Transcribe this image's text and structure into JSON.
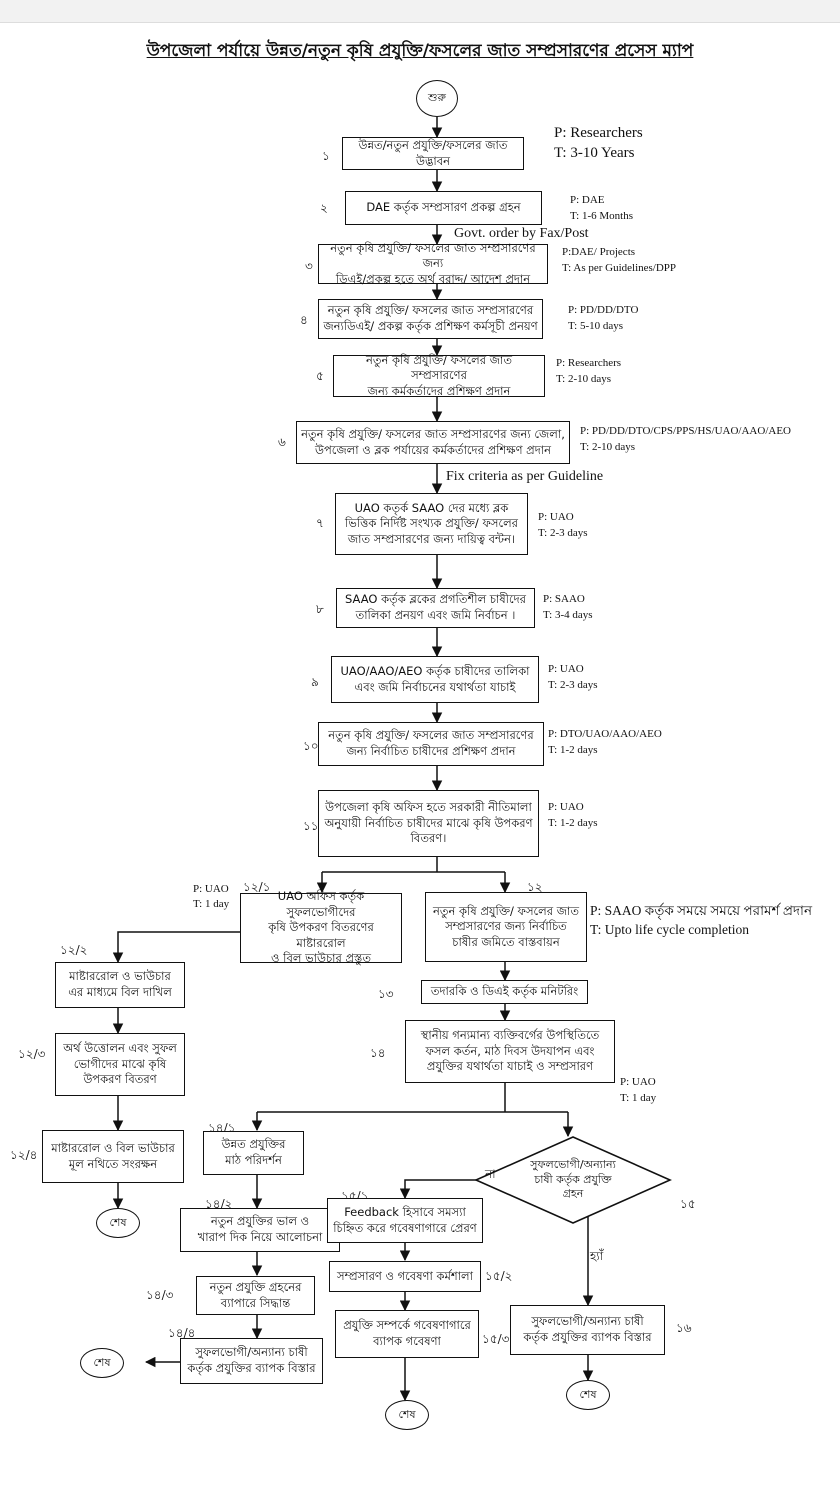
{
  "title": "উপজেলা পর্যায়ে উন্নত/নতুন কৃষি প্রযুক্তি/ফসলের জাত সম্প্রসারণের প্রসেস ম্যাপ",
  "start": "শুরু",
  "end": "শেষ",
  "steps": [
    {
      "num": "১",
      "lines": [
        "উন্নত/নতুন প্রযুক্তি/ফসলের জাত উদ্ভাবন"
      ],
      "p": "P: Researchers",
      "t": "T: 3-10 Years"
    },
    {
      "num": "২",
      "lines": [
        "DAE কর্তৃক সম্প্রসারণ প্রকল্প গ্রহন"
      ],
      "p": "P: DAE",
      "t": "T: 1-6 Months"
    },
    {
      "num": "৩",
      "lines": [
        "নতুন কৃষি প্রযুক্তি/ ফসলের জাত সম্প্রসারণের জন্য",
        "ডিএই/প্রকল্প হতে অর্থ বরাদ্দ/ আদেশ প্রদান"
      ],
      "p": "P:DAE/ Projects",
      "t": "T: As per Guidelines/DPP"
    },
    {
      "num": "৪",
      "lines": [
        "নতুন কৃষি প্রযুক্তি/ ফসলের জাত সম্প্রসারণের",
        "জন্যডিএই/ প্রকল্প কর্তৃক প্রশিক্ষণ কর্মসূচী প্রনয়ণ"
      ],
      "p": "P: PD/DD/DTO",
      "t": "T: 5-10 days"
    },
    {
      "num": "৫",
      "lines": [
        "নতুন কৃষি প্রযুক্তি/ ফসলের জাত সম্প্রসারণের",
        "জন্য কর্মকর্তাদের প্রশিক্ষণ প্রদান"
      ],
      "p": "P: Researchers",
      "t": "T: 2-10 days"
    },
    {
      "num": "৬",
      "lines": [
        "নতুন কৃষি প্রযুক্তি/ ফসলের জাত সম্প্রসারণের জন্য জেলা,",
        "উপজেলা ও ব্লক পর্যায়ের কর্মকর্তাদের প্রশিক্ষণ প্রদান"
      ],
      "p": "P: PD/DD/DTO/CPS/PPS/HS/UAO/AAO/AEO",
      "t": "T: 2-10 days"
    },
    {
      "num": "৭",
      "lines": [
        "UAO কতৃর্ক SAAO দের মধ্যে ব্লক",
        "ভিত্তিক নির্দিষ্ট সংখ্যক প্রযুক্তি/ ফসলের",
        "জাত সম্প্রসারণের জন্য দায়িত্ব বন্টন।"
      ],
      "p": "P: UAO",
      "t": "T: 2-3 days"
    },
    {
      "num": "৮",
      "lines": [
        "SAAO কর্তৃক ব্লকের প্রগতিশীল চাষীদের",
        "তালিকা প্রনয়ণ এবং জমি নির্বাচন ।"
      ],
      "p": "P: SAAO",
      "t": "T: 3-4 days"
    },
    {
      "num": "৯",
      "lines": [
        "UAO/AAO/AEO কর্তৃক চাষীদের তালিকা",
        "এবং জমি নির্বাচনের যথার্থতা যাচাই"
      ],
      "p": "P: UAO",
      "t": "T: 2-3 days"
    },
    {
      "num": "১০",
      "lines": [
        "নতুন কৃষি প্রযুক্তি/ ফসলের জাত সম্প্রসারণের",
        "জন্য নির্বাচিত চাষীদের প্রশিক্ষণ প্রদান"
      ],
      "p": "P: DTO/UAO/AAO/AEO",
      "t": "T: 1-2 days"
    },
    {
      "num": "১১",
      "lines": [
        "উপজেলা কৃষি অফিস হতে সরকারী নীতিমালা",
        "অনুযায়ী নির্বাচিত চাষীদের মাঝে কৃষি উপকরণ",
        "বিতরণ।"
      ],
      "p": "P: UAO",
      "t": "T: 1-2 days"
    }
  ],
  "notes": {
    "govt_order": "Govt. order by Fax/Post",
    "fix_criteria": "Fix criteria as per Guideline"
  },
  "left_branch": {
    "s12_1": {
      "num": "১২/১",
      "lines": [
        "UAO অফিস কর্তৃক সুফলভোগীদের",
        "কৃষি উপকরণ বিতরণের মাষ্টাররোল",
        "ও বিল ভাউচার প্রস্তুত"
      ],
      "p": "P: UAO",
      "t": "T: 1 day"
    },
    "s12_2": {
      "num": "১২/২",
      "lines": [
        "মাষ্টাররোল ও ভাউচার",
        "এর মাধ্যমে বিল দাখিল"
      ]
    },
    "s12_3": {
      "num": "১২/৩",
      "lines": [
        "অর্থ উত্তোলন এবং সুফল",
        "ভোগীদের মাঝে কৃষি",
        "উপকরণ বিতরণ"
      ]
    },
    "s12_4": {
      "num": "১২/৪",
      "lines": [
        "মাষ্টাররোল ও বিল ভাউচার",
        "মূল নথিতে সংরক্ষন"
      ]
    }
  },
  "s12": {
    "num": "১২",
    "lines": [
      "নতুন কৃষি প্রযুক্তি/ ফসলের জাত",
      "সম্প্রসারণের জন্য নির্বাচিত",
      "চাষীর জমিতে বাস্তবায়ন"
    ],
    "p": "P: SAAO কর্তৃক সময়ে সময়ে পরামর্শ প্রদান",
    "t": "T: Upto life cycle completion"
  },
  "s13": {
    "num": "১৩",
    "lines": [
      "তদারকি ও ডিএই কর্তৃক মনিটরিং"
    ]
  },
  "s14": {
    "num": "১৪",
    "lines": [
      "স্থানীয় গন্যমান্য ব্যক্তিবর্গের উপস্থিতিতে",
      "ফসল কর্তন, মাঠ দিবস উদযাপন এবং",
      "প্রযুক্তির যথার্থতা যাচাই ও সম্প্রসারণ"
    ],
    "p": "P: UAO",
    "t": "T: 1 day"
  },
  "s14_1": {
    "num": "১৪/১",
    "lines": [
      "উন্নত প্রযুক্তির",
      "মাঠ পরিদর্শন"
    ]
  },
  "s14_2": {
    "num": "১৪/২",
    "lines": [
      "নতুন প্রযুক্তির ভাল ও",
      "খারাপ দিক নিয়ে আলোচনা"
    ]
  },
  "s14_3": {
    "num": "১৪/৩",
    "lines": [
      "নতুন প্রযুক্তি গ্রহনের",
      "ব্যাপারে সিদ্ধান্ত"
    ]
  },
  "s14_4": {
    "num": "১৪/৪",
    "lines": [
      "সুফলভোগী/অন্যান্য চাষী",
      "কর্তৃক প্রযুক্তির ব্যাপক বিস্তার"
    ]
  },
  "s15": {
    "num": "১৫",
    "lines": [
      "সুফলভোগী/অন্যান্য",
      "চাষী কর্তৃক প্রযুক্তি",
      "গ্রহন"
    ],
    "no": "না",
    "yes": "হ্যাঁ"
  },
  "s15_1": {
    "num": "১৫/১",
    "lines": [
      "Feedback হিসাবে সমস্যা",
      "চিহ্নিত করে গবেষণাগারে প্রেরণ"
    ]
  },
  "s15_2": {
    "num": "১৫/২",
    "lines": [
      "সম্প্রসারণ ও গবেষণা কর্মশালা"
    ]
  },
  "s15_3": {
    "num": "১৫/৩",
    "lines": [
      "প্রযুক্তি সম্পর্কে গবেষণাগারে",
      "ব্যাপক গবেষণা"
    ]
  },
  "s16": {
    "num": "১৬",
    "lines": [
      "সুফলভোগী/অন্যান্য চাষী",
      "কর্তৃক প্রযুক্তির ব্যাপক বিস্তার"
    ]
  }
}
